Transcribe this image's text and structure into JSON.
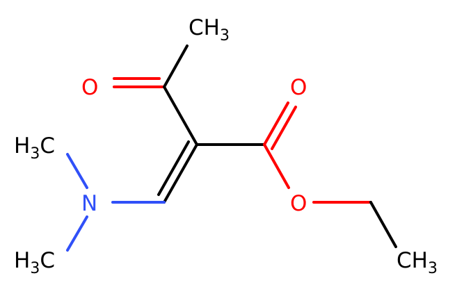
{
  "colors": {
    "carbon": "#000000",
    "oxygen": "#ff0000",
    "nitrogen": "#3050f8",
    "background": "#ffffff"
  },
  "atoms": {
    "methyl_ketone": {
      "main": "CH",
      "sub": "3"
    },
    "oxygen_ketone": {
      "main": "O"
    },
    "oxygen_ester_carbonyl": {
      "main": "O"
    },
    "nitrogen": {
      "main": "N"
    },
    "n_methyl_top": {
      "main": "H",
      "sub": "3",
      "tail": "C"
    },
    "n_methyl_bottom": {
      "main": "H",
      "sub": "3",
      "tail": "C"
    },
    "oxygen_ester": {
      "main": "O"
    },
    "methyl_ethyl": {
      "main": "CH",
      "sub": "3"
    }
  }
}
